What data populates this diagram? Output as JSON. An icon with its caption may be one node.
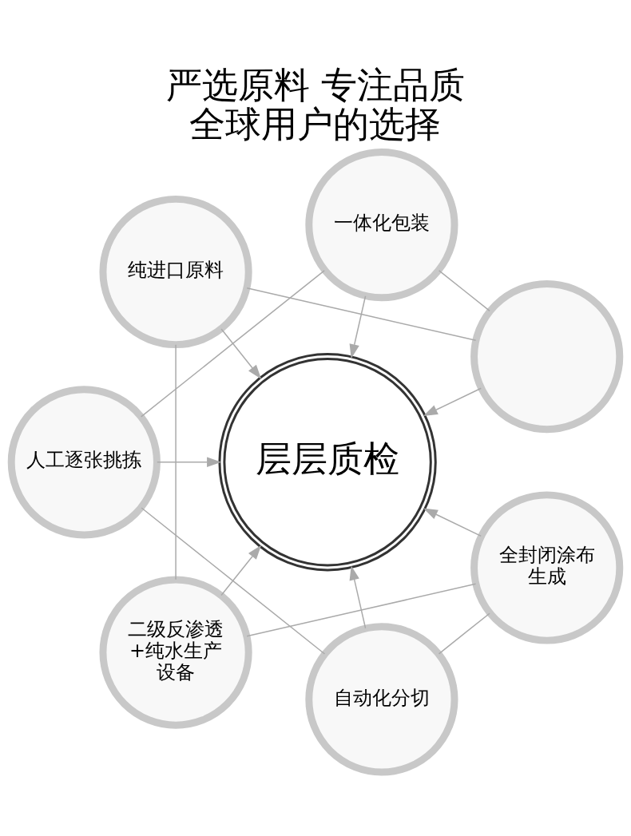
{
  "diagram": {
    "title": "严选原料 专注品质",
    "caption": "全球用户的选择",
    "nodes": [
      {
        "text": [],
        "shape": "circle"
      },
      {
        "text": [
          "一体化包装"
        ]
      },
      {
        "text": [
          "纯进口原料"
        ]
      },
      {
        "text": [
          "层层质检"
        ]
      },
      {
        "text": [
          "人工逐张挑拣"
        ]
      },
      {
        "text": [
          "二级反渗透+纯水生产设备"
        ]
      },
      {
        "text": [
          "自动化分切"
        ]
      },
      {
        "text": [
          "全封闭涂布生成"
        ]
      }
    ],
    "edges": [
      {
        "from": 0,
        "to": 3,
        "arrow": "to"
      },
      {
        "from": 1,
        "to": 3,
        "arrow": "to"
      },
      {
        "from": 2,
        "to": 3,
        "arrow": "to"
      },
      {
        "from": 4,
        "to": 3,
        "arrow": "to"
      },
      {
        "from": 5,
        "to": 3,
        "arrow": "to"
      },
      {
        "from": 6,
        "to": 3,
        "arrow": "to"
      },
      {
        "from": 7,
        "to": 3,
        "arrow": "to"
      },
      {
        "from": 0,
        "to": 2,
        "arrow": "none"
      },
      {
        "from": 2,
        "to": 5,
        "arrow": "none"
      },
      {
        "from": 5,
        "to": 7,
        "arrow": "none"
      },
      {
        "from": 7,
        "to": 6,
        "arrow": "none"
      },
      {
        "from": 6,
        "to": 4,
        "arrow": "none"
      },
      {
        "from": 4,
        "to": 1,
        "arrow": "none"
      },
      {
        "from": 1,
        "to": 0,
        "arrow": "none"
      }
    ]
  }
}
